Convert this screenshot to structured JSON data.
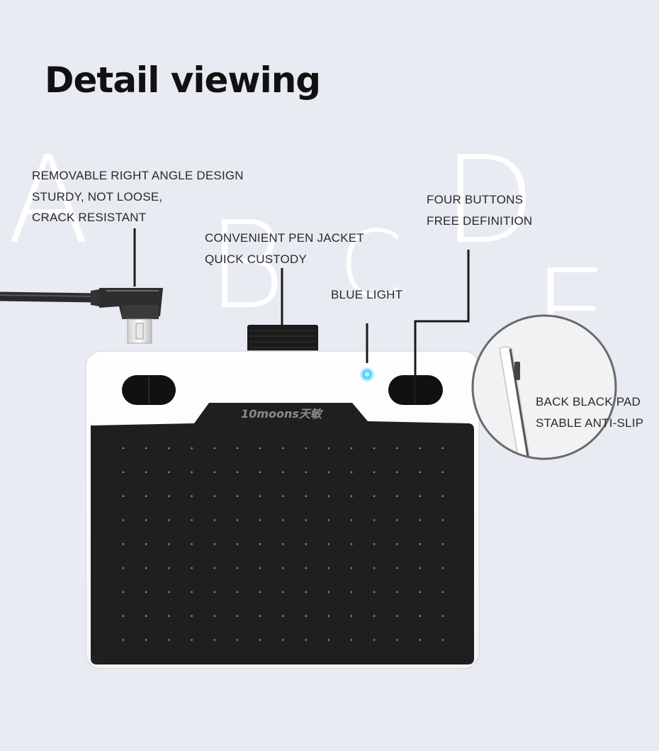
{
  "title": "Detail viewing",
  "letters": {
    "a": "A",
    "b": "B",
    "c": "C",
    "d": "D",
    "e": "E"
  },
  "features": {
    "cable": [
      "REMOVABLE RIGHT ANGLE DESIGN",
      "STURDY, NOT LOOSE,",
      "CRACK RESISTANT"
    ],
    "pen_jacket": [
      "CONVENIENT PEN JACKET",
      "QUICK CUSTODY"
    ],
    "light": [
      "BLUE LIGHT"
    ],
    "buttons": [
      "FOUR BUTTONS",
      "FREE DEFINITION"
    ],
    "back_pad": [
      "BACK BLACK PAD",
      "STABLE ANTI-SLIP"
    ]
  },
  "brand": {
    "logo_text": "10moons天敏"
  },
  "colors": {
    "background": "#e8ebf1",
    "tablet_body": "#ffffff",
    "tablet_surface": "#1e1e1e",
    "blue_light": "#2ec6ff",
    "leader_line": "#1a1a1a"
  },
  "icons": [
    "usb-cable-icon",
    "pen-loop-icon",
    "blue-led-icon",
    "zoom-lens-icon"
  ]
}
